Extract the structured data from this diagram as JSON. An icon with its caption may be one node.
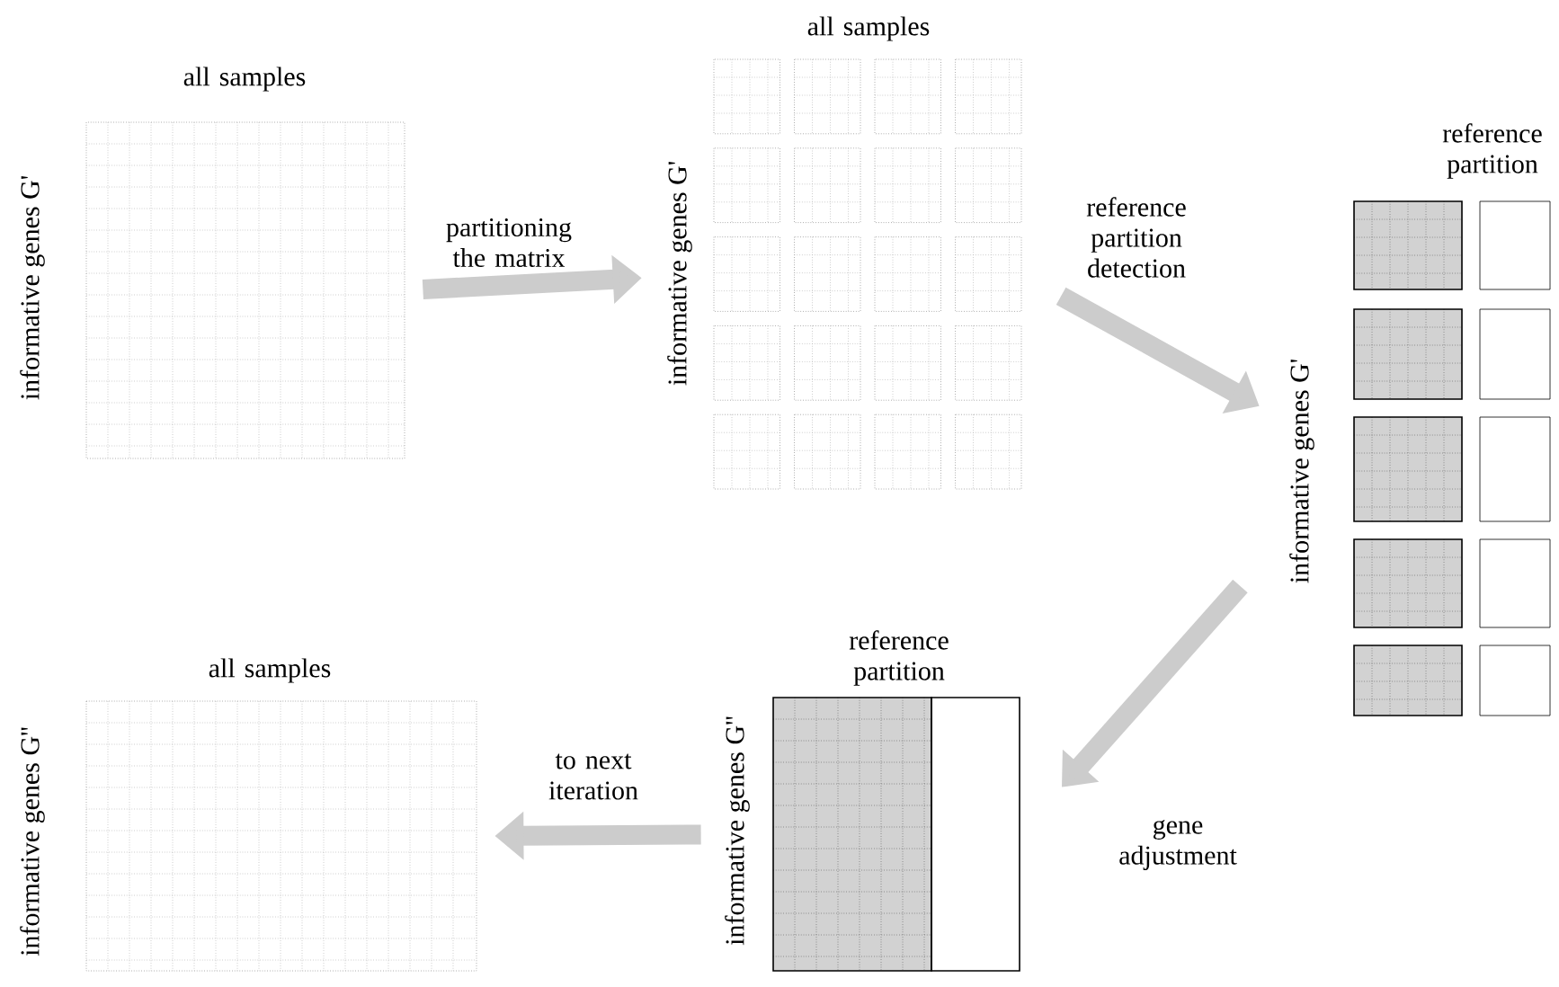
{
  "diagram": {
    "nodes": [
      {
        "text": [
          "all samples",
          "informative genes G'"
        ]
      },
      {
        "text": [
          "all samples",
          "informative genes G'"
        ]
      },
      {
        "text": [
          "reference partition",
          "informative genes G'"
        ]
      },
      {
        "text": [
          "reference partition",
          "informative genes G''"
        ]
      },
      {
        "text": [
          "all samples",
          "informative genes G''"
        ]
      }
    ],
    "edges": [
      {
        "from": 0,
        "to": 1,
        "arrow": "to",
        "label": "partitioning the matrix"
      },
      {
        "from": 1,
        "to": 2,
        "arrow": "to",
        "label": "reference partition detection"
      },
      {
        "from": 2,
        "to": 3,
        "arrow": "to",
        "label": "gene adjustment"
      },
      {
        "from": 3,
        "to": 4,
        "arrow": "to",
        "label": "to next iteration"
      }
    ]
  }
}
